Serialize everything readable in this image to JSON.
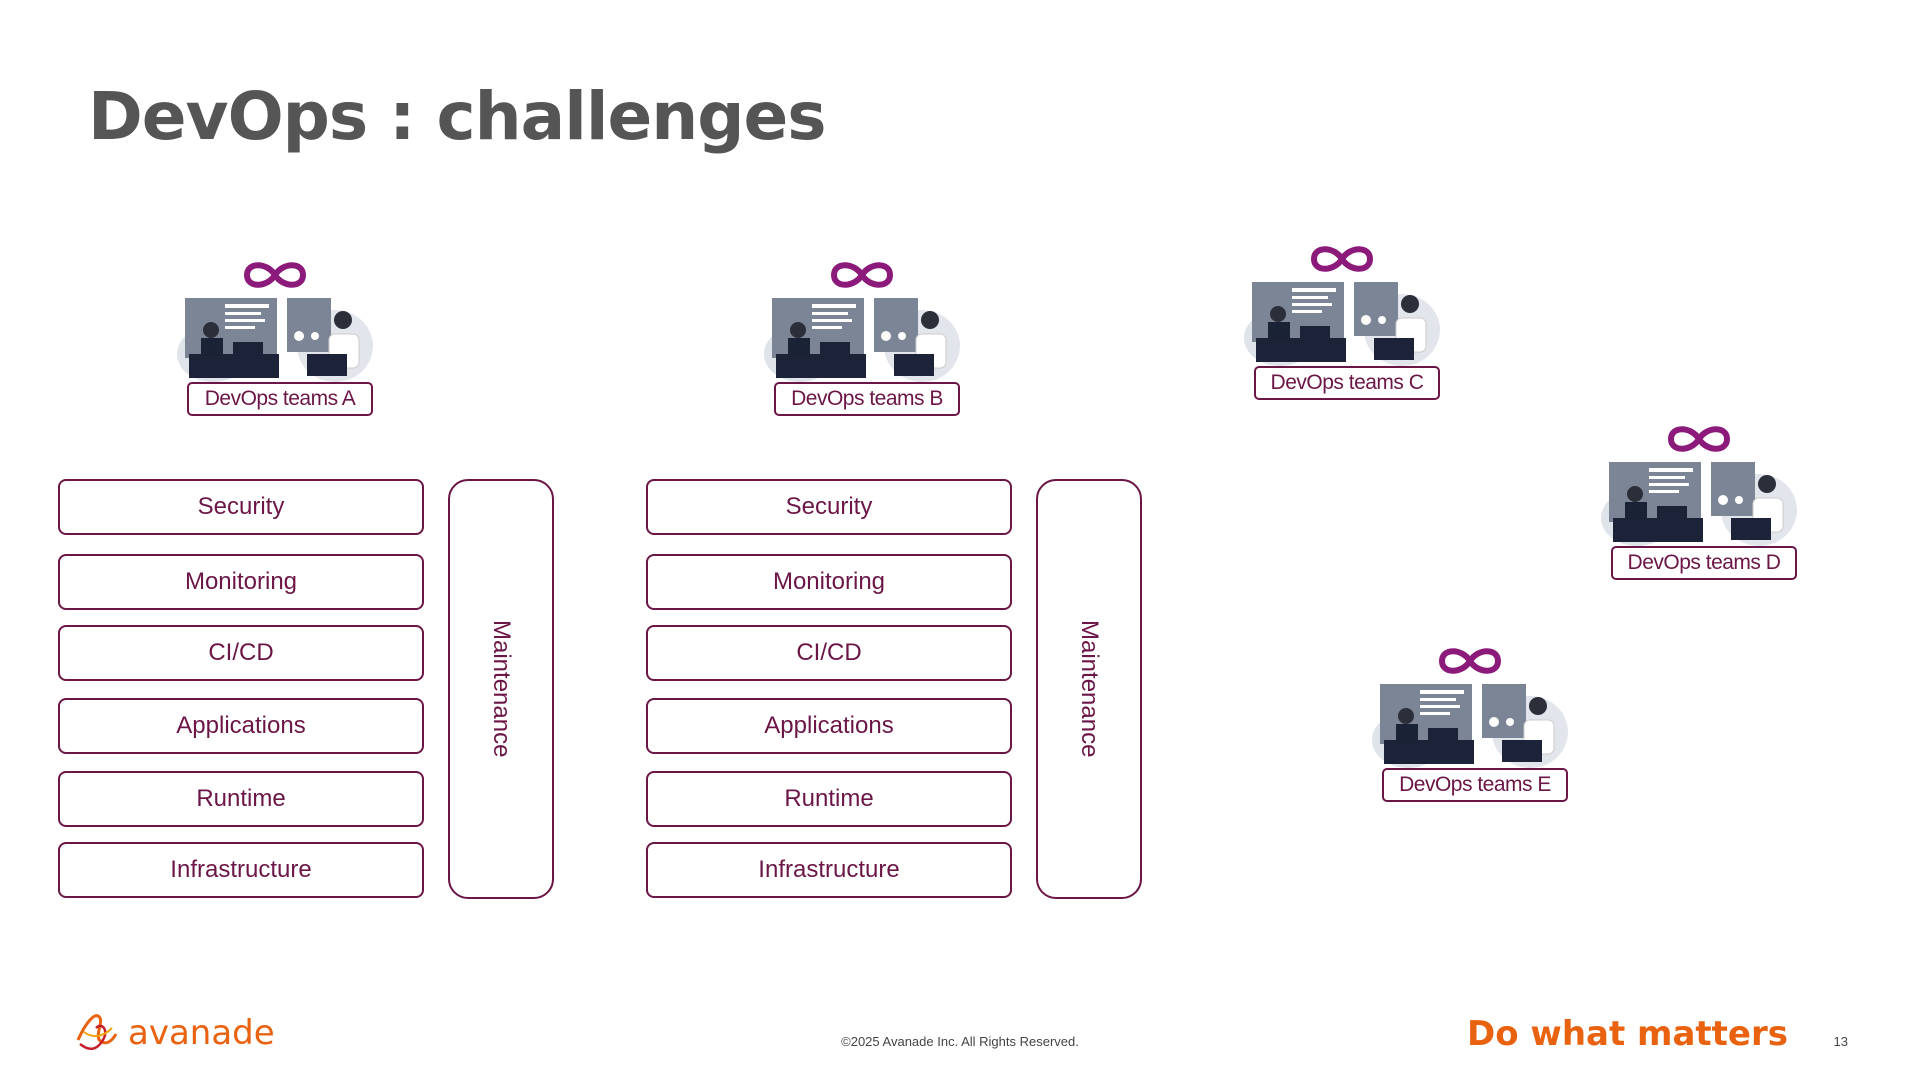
{
  "title": "DevOps : challenges",
  "stack_a": {
    "layers": [
      "Security",
      "Monitoring",
      "CI/CD",
      "Applications",
      "Runtime",
      "Infrastructure"
    ],
    "maintenance": "Maintenance"
  },
  "stack_b": {
    "layers": [
      "Security",
      "Monitoring",
      "CI/CD",
      "Applications",
      "Runtime",
      "Infrastructure"
    ],
    "maintenance": "Maintenance"
  },
  "teams": [
    "DevOps teams A",
    "DevOps teams B",
    "DevOps teams C",
    "DevOps teams D",
    "DevOps teams E"
  ],
  "footer": {
    "logo_text": "avanade",
    "copyright": "©2025 Avanade Inc. All Rights Reserved.",
    "tagline": "Do what matters",
    "page_number": "13"
  },
  "colors": {
    "accent": "#6b1646",
    "infinity": "#8b1a7a",
    "brand_orange": "#e8620f"
  },
  "icons": {
    "infinity": "infinity-icon",
    "team": "devops-team-illustration-icon",
    "logo": "avanade-logo-icon"
  }
}
